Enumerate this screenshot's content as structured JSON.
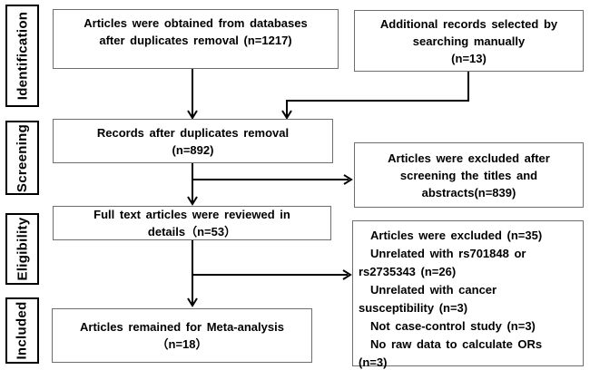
{
  "figure": {
    "kind": "prisma-flow-diagram",
    "background": "#ffffff"
  },
  "sidebar": {
    "stages": [
      {
        "label": "Identification"
      },
      {
        "label": "Screening"
      },
      {
        "label": "Eligibility"
      },
      {
        "label": "Included"
      }
    ]
  },
  "flow": {
    "obtained": {
      "lines": [
        "Articles were obtained from databases",
        "after duplicates removal (n=1217)"
      ]
    },
    "additional": {
      "lines": [
        "Additional records selected by",
        "searching manually",
        "(n=13)"
      ]
    },
    "after_duplicates": {
      "lines": [
        "Records after duplicates removal",
        "(n=892)"
      ]
    },
    "excluded_screening": {
      "lines": [
        "Articles were excluded after",
        "screening the titles and",
        "abstracts(n=839)"
      ]
    },
    "full_text": {
      "lines": [
        "Full text articles were reviewed in",
        "details（n=53）"
      ]
    },
    "excluded_full_text": {
      "lines": [
        "Articles were excluded (n=35)",
        "Unrelated with rs701848 or",
        "rs2735343 (n=26)",
        "Unrelated with cancer",
        "susceptibility (n=3)",
        "Not case-control study (n=3)",
        "No raw data to calculate ORs",
        "(n=3)"
      ]
    },
    "included_meta": {
      "lines": [
        "Articles remained for Meta-analysis",
        "（n=18）"
      ]
    }
  },
  "colors": {
    "flow_box_border": "#6e6e6e",
    "stage_box_border": "#000000",
    "arrow": "#000000",
    "text": "#000000"
  }
}
